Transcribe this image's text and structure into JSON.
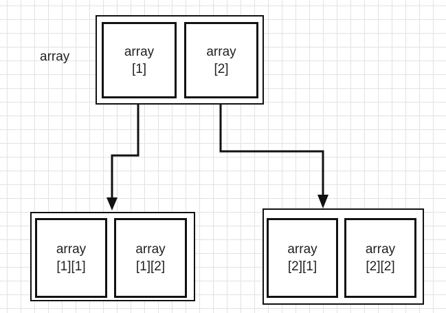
{
  "diagram": {
    "root_label": "array",
    "root": {
      "cells": [
        {
          "line1": "array",
          "line2": "[1]"
        },
        {
          "line1": "array",
          "line2": "[2]"
        }
      ]
    },
    "left_child": {
      "cells": [
        {
          "line1": "array",
          "line2": "[1][1]"
        },
        {
          "line1": "array",
          "line2": "[1][2]"
        }
      ]
    },
    "right_child": {
      "cells": [
        {
          "line1": "array",
          "line2": "[2][1]"
        },
        {
          "line1": "array",
          "line2": "[2][2]"
        }
      ]
    },
    "colors": {
      "stroke": "#111111",
      "text": "#222222",
      "grid": "#e2e2e2"
    }
  }
}
